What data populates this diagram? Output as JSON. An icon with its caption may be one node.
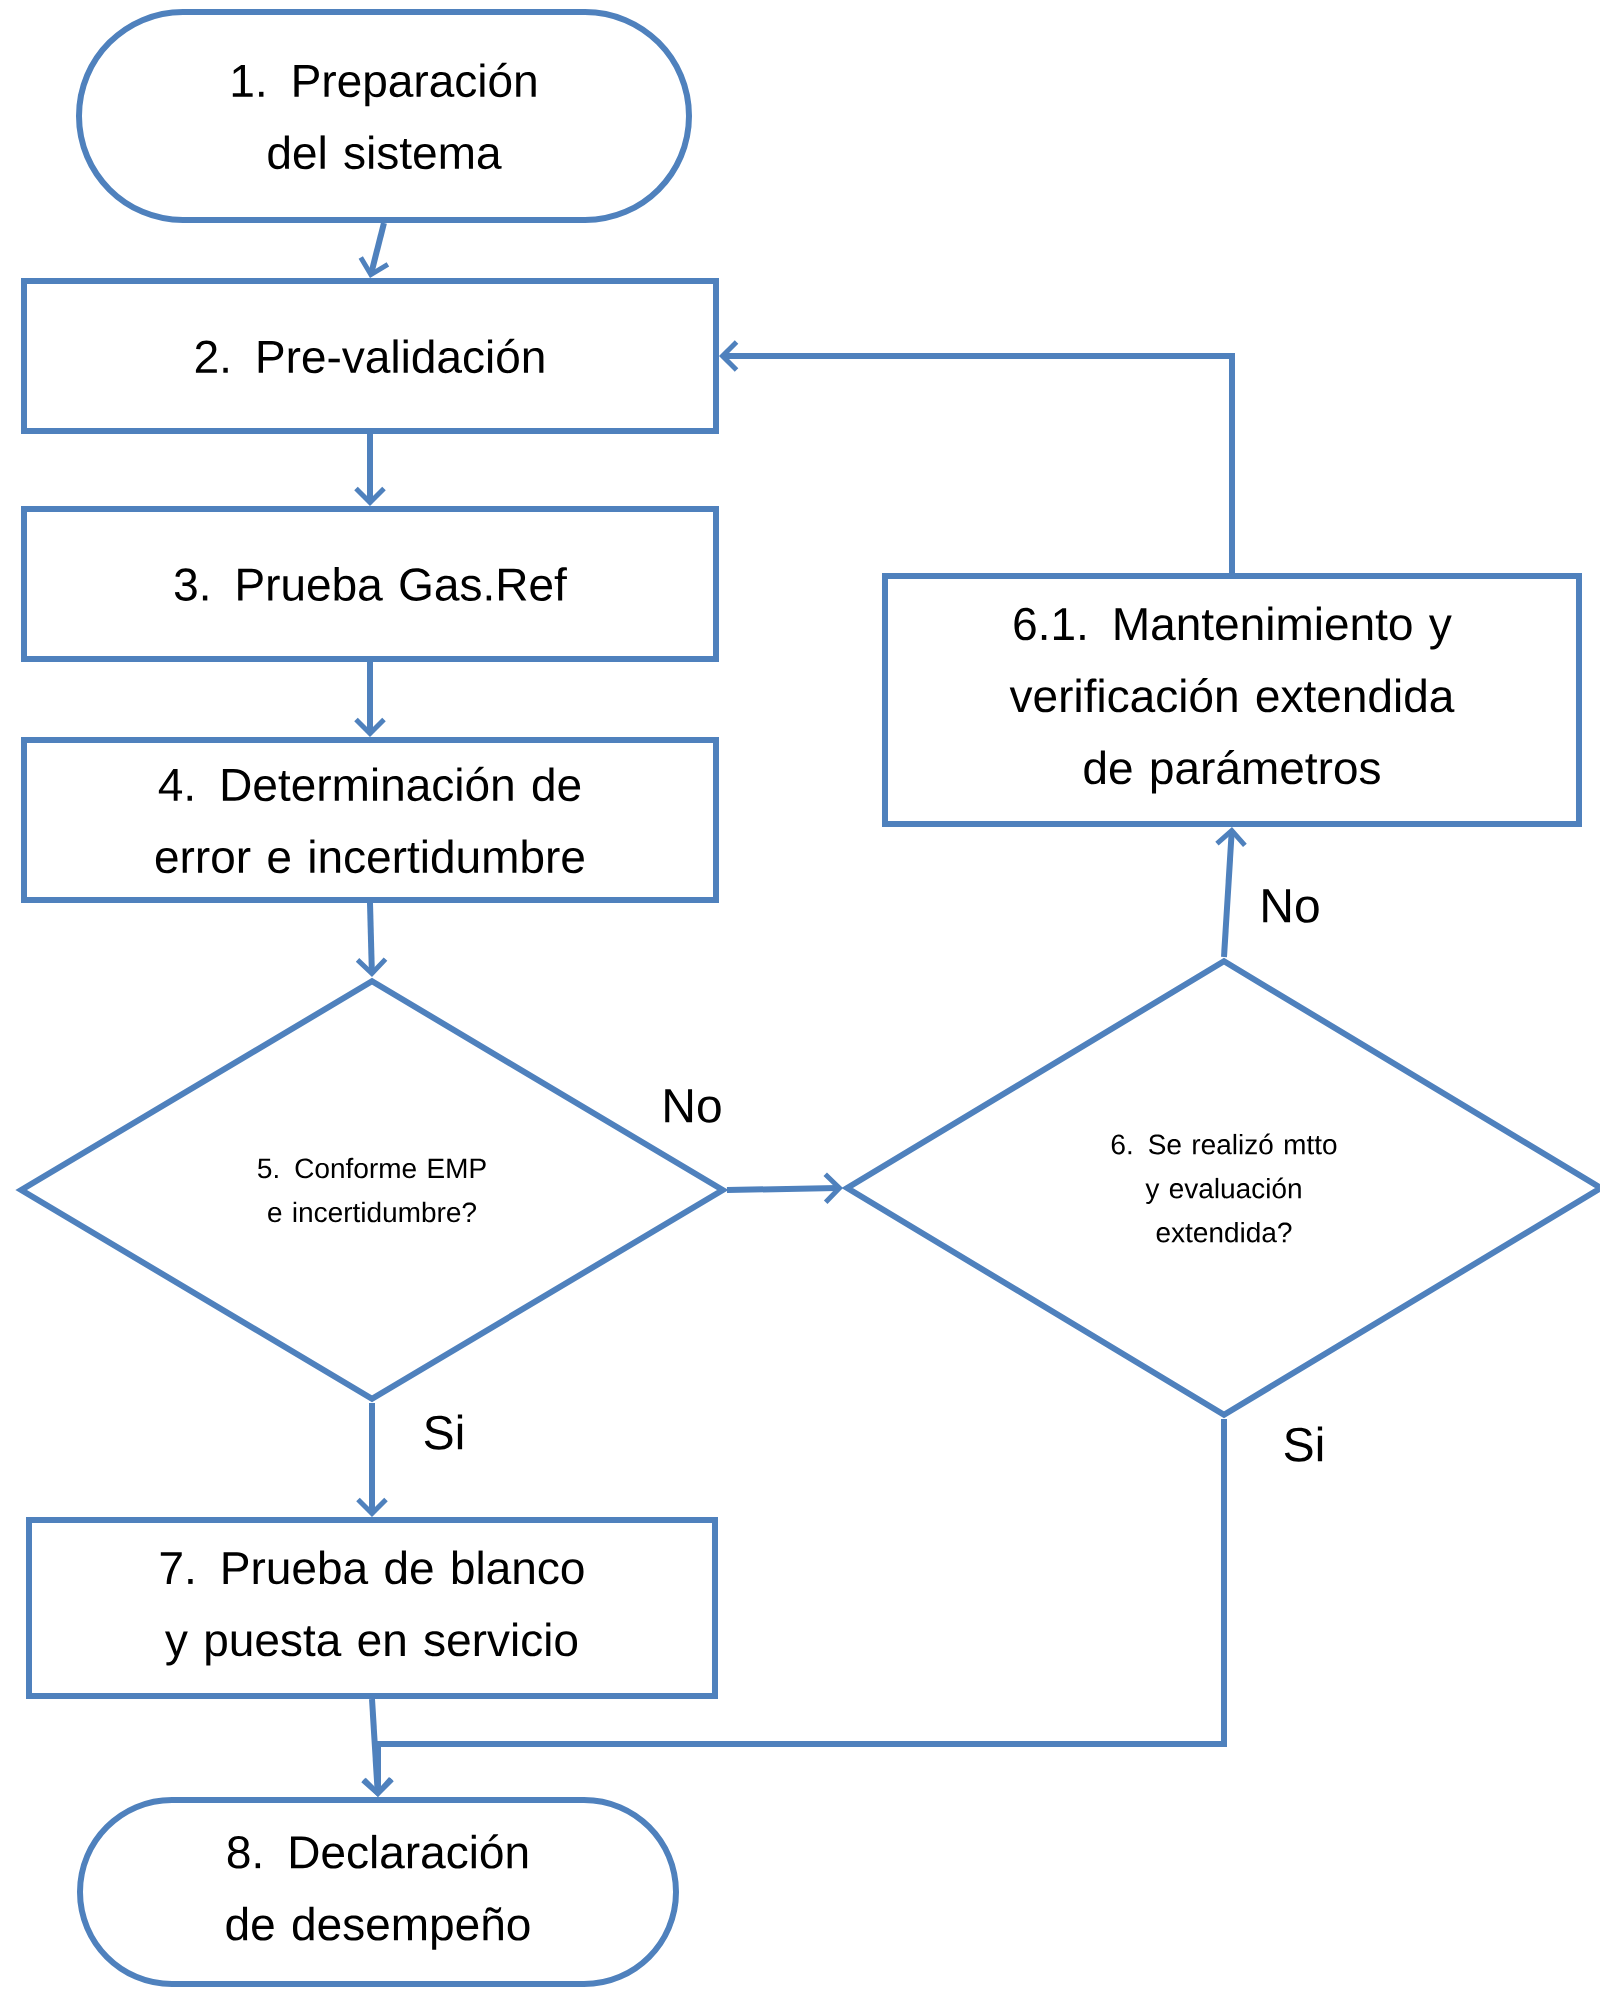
{
  "diagram": {
    "nodes": [
      {
        "text": [
          "1. Preparación del sistema"
        ]
      },
      {
        "text": [
          "2. Pre-validación"
        ]
      },
      {
        "text": [
          "3. Prueba Gas.Ref"
        ]
      },
      {
        "text": [
          "4. Determinación de error e incertidumbre"
        ]
      },
      {
        "text": [
          "5. Conforme EMP e incertidumbre?"
        ]
      },
      {
        "text": [
          "6. Se realizó mtto y evaluación extendida?"
        ]
      },
      {
        "text": [
          "6.1. Mantenimiento y verificación extendida de parámetros"
        ]
      },
      {
        "text": [
          "7. Prueba de blanco y puesta en servicio"
        ]
      },
      {
        "text": [
          "8. Declaración de desempeño"
        ]
      }
    ],
    "edges": [
      {
        "from": 0,
        "to": 1,
        "arrow": "to"
      },
      {
        "from": 1,
        "to": 2,
        "arrow": "to"
      },
      {
        "from": 2,
        "to": 3,
        "arrow": "to"
      },
      {
        "from": 3,
        "to": 4,
        "arrow": "to"
      },
      {
        "from": 4,
        "to": 5,
        "arrow": "to",
        "label": "No"
      },
      {
        "from": 5,
        "to": 6,
        "arrow": "to",
        "label": "No"
      },
      {
        "from": 6,
        "to": 1,
        "arrow": "to"
      },
      {
        "from": 4,
        "to": 7,
        "arrow": "to",
        "label": "Si"
      },
      {
        "from": 7,
        "to": 8,
        "arrow": "to"
      },
      {
        "from": 5,
        "to": 8,
        "arrow": "to",
        "label": "Si"
      }
    ]
  }
}
